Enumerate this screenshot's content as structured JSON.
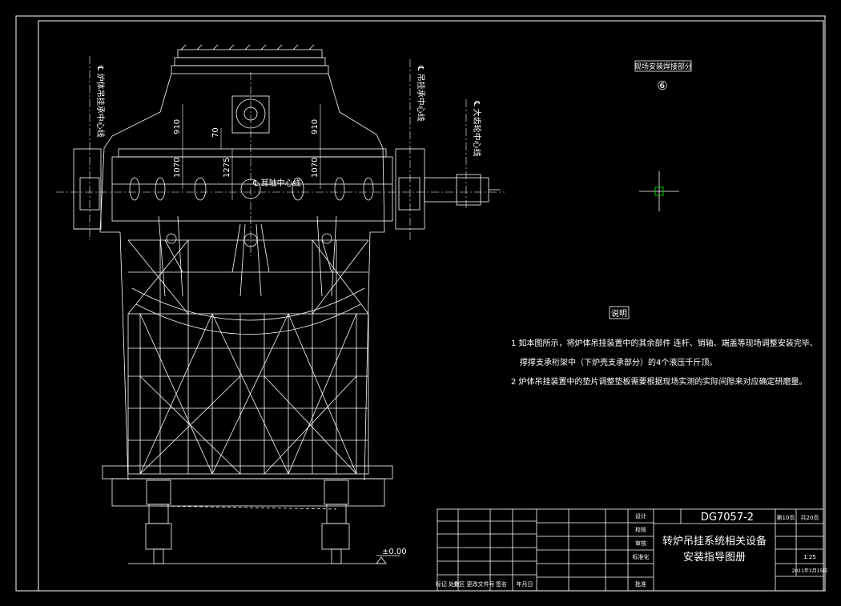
{
  "drawing": {
    "detail_label": "现场安装焊接部分",
    "detail_number": "⑥",
    "notes_heading": "说明",
    "notes": [
      "1 如本图所示，将炉体吊挂装置中的其余部件 连杆、销轴、端盖等现场调整安装完毕、",
      "撑撑支承桁架中（下炉壳支承部分）的4个液压千斤顶。",
      "2 炉体吊挂装置中的垫片调整垫板需要根据现场实测的实际间隙来对应确定研磨量。"
    ],
    "ground_level": "±0.00",
    "dims": {
      "d910_left": "910",
      "d910_right": "910",
      "d70": "70",
      "d1070_left": "1070",
      "d1275": "1275",
      "d1070_right": "1070"
    },
    "centerlines": {
      "left": "℄ 炉体吊挂承中心线",
      "mid": "℄ 耳轴中心线",
      "right1": "℄ 吊挂承中心线",
      "right2": "℄ 大齿轮中心线"
    }
  },
  "title_block": {
    "drawing_number": "DG7057-2",
    "title_line1": "转炉吊挂系统相关设备",
    "title_line2": "安装指导图册",
    "date": "2011年3月15日",
    "scale": "1:25",
    "sheet_label": "第10页",
    "sheet_total": "共20页",
    "sign_fields": [
      "设计",
      "校核",
      "审核",
      "标准化",
      "批准"
    ],
    "bottom_labels": [
      "标记 处数",
      "分区 更改文件号",
      "签名",
      "年月日"
    ]
  },
  "colors": {
    "line": "#ffffff",
    "cursor": "#00cc00"
  }
}
